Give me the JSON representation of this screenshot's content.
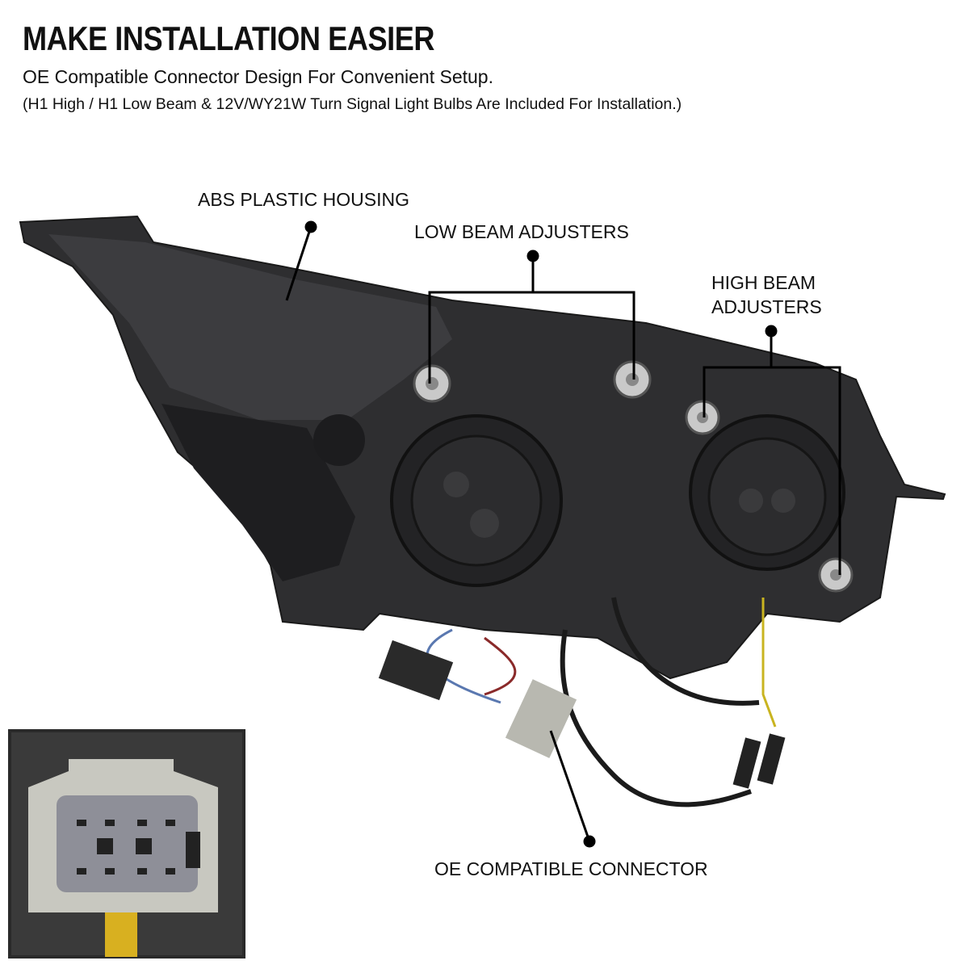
{
  "header": {
    "title": "MAKE INSTALLATION EASIER",
    "subtitle": "OE Compatible Connector Design For Convenient Setup.",
    "note": "(H1 High / H1 Low Beam & 12V/WY21W Turn Signal Light Bulbs Are Included For Installation.)"
  },
  "callouts": {
    "housing": "ABS PLASTIC HOUSING",
    "low_beam": "LOW BEAM ADJUSTERS",
    "high_beam_line1": "HIGH BEAM",
    "high_beam_line2": "ADJUSTERS",
    "connector": "OE COMPATIBLE CONNECTOR"
  }
}
